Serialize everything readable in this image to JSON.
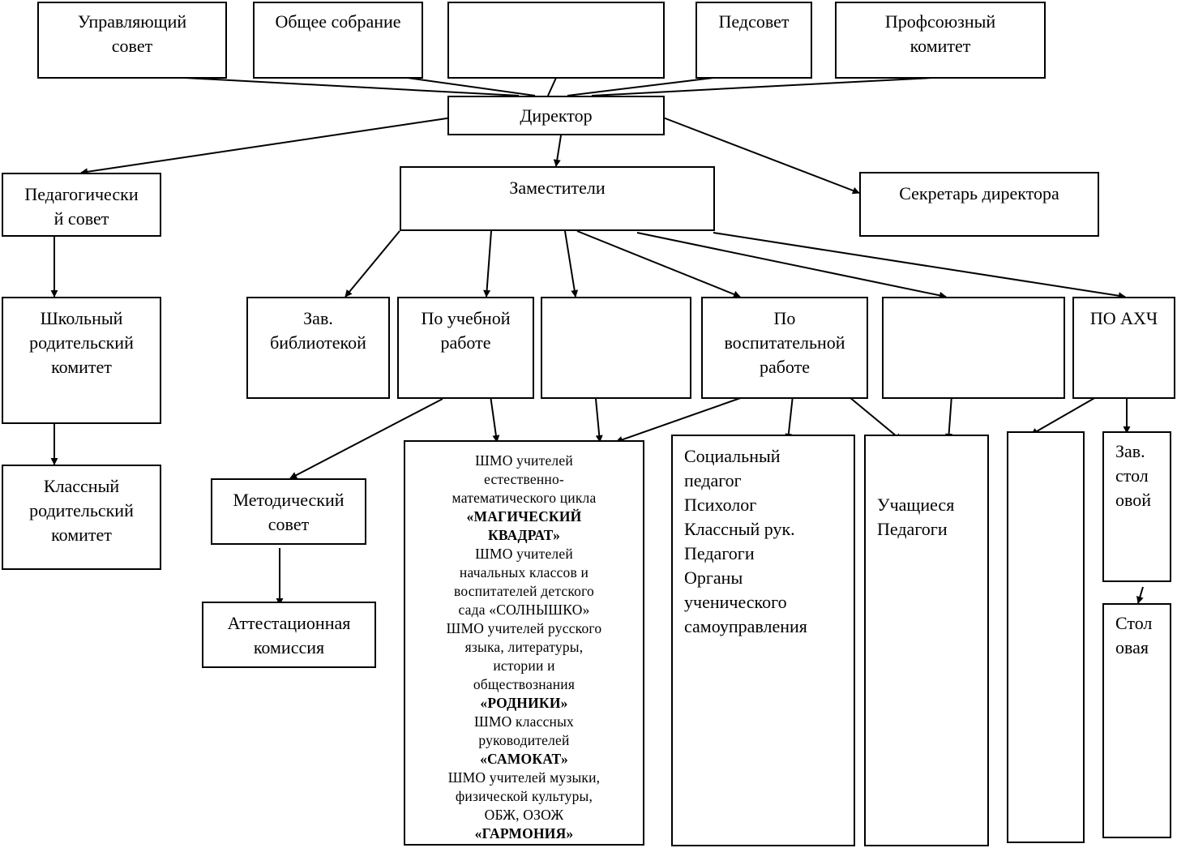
{
  "top_row": {
    "upravl": [
      "Управляющий",
      "совет"
    ],
    "obshee": [
      "Общее собрание"
    ],
    "blank_top": [],
    "pedsovet": [
      "Педсовет"
    ],
    "profsoyuz": [
      "Профсоюзный",
      "комитет"
    ]
  },
  "director": [
    "Директор"
  ],
  "ped_sovet": [
    "Педагогически",
    "й совет"
  ],
  "zamestiteli": [
    "Заместители"
  ],
  "sekretar": [
    "Секретарь директора"
  ],
  "shk_rod_kom": [
    "Школьный",
    "родительский",
    "комитет"
  ],
  "kl_rod_kom": [
    "Классный",
    "родительский",
    "комитет"
  ],
  "zav_bibl": [
    "Зав.",
    "библиотекой"
  ],
  "po_uchebnoy": [
    "По учебной",
    "работе"
  ],
  "blank_mid": [],
  "po_vospit": [
    "По",
    "воспитательной",
    "работе"
  ],
  "blank_right": [],
  "po_ahch": [
    "ПО АХЧ"
  ],
  "metod_sovet": [
    "Методический",
    "совет"
  ],
  "attest": [
    "Аттестационная",
    "комиссия"
  ],
  "shmo": [
    {
      "t": "ШМО учителей",
      "b": false
    },
    {
      "t": "естественно-",
      "b": false
    },
    {
      "t": "математического цикла",
      "b": false
    },
    {
      "t": "«МАГИЧЕСКИЙ",
      "b": true
    },
    {
      "t": "КВАДРАТ»",
      "b": true
    },
    {
      "t": "ШМО учителей",
      "b": false
    },
    {
      "t": "начальных классов и",
      "b": false
    },
    {
      "t": "воспитателей детского",
      "b": false
    },
    {
      "t": "сада «СОЛНЫШКО»",
      "b": false
    },
    {
      "t": "ШМО учителей русского",
      "b": false
    },
    {
      "t": "языка, литературы,",
      "b": false
    },
    {
      "t": "истории и",
      "b": false
    },
    {
      "t": "обществознания",
      "b": false
    },
    {
      "t": "«РОДНИКИ»",
      "b": true
    },
    {
      "t": "ШМО классных",
      "b": false
    },
    {
      "t": "руководителей",
      "b": false
    },
    {
      "t": "«САМОКАТ»",
      "b": true
    },
    {
      "t": "ШМО учителей музыки,",
      "b": false
    },
    {
      "t": "физической культуры,",
      "b": false
    },
    {
      "t": "ОБЖ, ОЗОЖ",
      "b": false
    },
    {
      "t": "«ГАРМОНИЯ»",
      "b": true
    }
  ],
  "social": [
    "Социальный",
    "педагог",
    "Психолог",
    "Классный рук.",
    "Педагоги",
    "Органы",
    "ученического",
    "самоуправления"
  ],
  "uchashiesya": [
    "Учащиеся",
    "Педагоги"
  ],
  "blank_tall": [],
  "zav_stol": [
    "Зав.",
    "стол",
    "овой"
  ],
  "stolovaya": [
    "Стол",
    "овая"
  ]
}
